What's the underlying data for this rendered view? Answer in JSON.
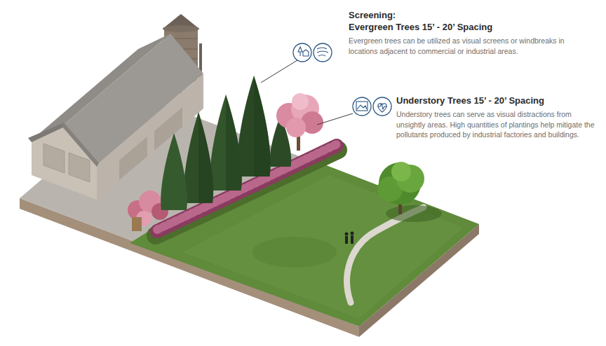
{
  "diagram": {
    "labels": [
      "Screening:",
      "Evergreen Trees 15’ - 20’ Spacing",
      "Evergreen trees can be utilized as visual screens or windbreaks in locations adjacent to commercial or industrial areas.",
      "Understory Trees 15’ - 20’ Spacing",
      "Understory trees can serve as visual distractions from unsightly areas. High quantities of plantings help mitigate the pollutants produced by industrial factories and buildings."
    ]
  }
}
